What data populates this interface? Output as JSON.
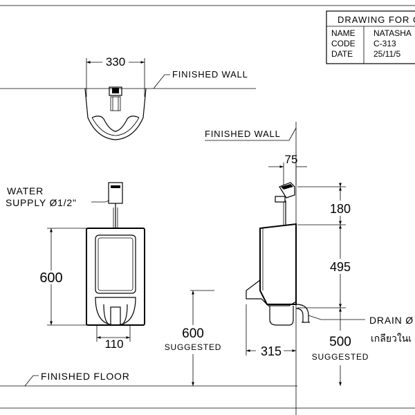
{
  "title_block": {
    "heading": "DRAWING FOR C",
    "rows": [
      {
        "label": "NAME",
        "value": "NATASHA"
      },
      {
        "label": "CODE",
        "value": "C-313"
      },
      {
        "label": "DATE",
        "value": "25/11/5"
      }
    ]
  },
  "top_view": {
    "width_dim": "330",
    "wall_label": "FINISHED WALL"
  },
  "front_view": {
    "supply_label_1": "WATER",
    "supply_label_2": "SUPPLY Ø1/2\"",
    "height_dim": "600",
    "outlet_dim": "110",
    "floor_label": "FINISHED FLOOR",
    "install_dim": "600",
    "install_note": "SUGGESTED"
  },
  "side_view": {
    "wall_label": "FINISHED WALL",
    "offset_dim": "75",
    "valve_dim": "180",
    "body_dim": "495",
    "depth_dim": "315",
    "drain_label": "DRAIN Ø",
    "drain_thai": "เกลียวในเ",
    "floor_dim": "500",
    "floor_note": "SUGGESTED"
  }
}
